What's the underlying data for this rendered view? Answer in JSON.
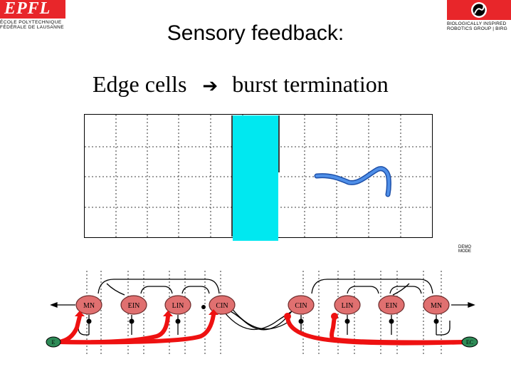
{
  "header": {
    "left_logo_word": "EPFL",
    "left_logo_line1": "ÉCOLE POLYTECHNIQUE",
    "left_logo_line2": "FÉDÉRALE DE LAUSANNE",
    "right_logo_line1": "BIOLOGICALLY INSPIRED",
    "right_logo_line2": "ROBOTICS GROUP | BIRG"
  },
  "slide": {
    "title": "Sensory feedback:",
    "subtitle_left": "Edge cells",
    "subtitle_arrow": "➔",
    "subtitle_right": "burst termination"
  },
  "corner_label_line1": "DEMO",
  "corner_label_line2": "MODE",
  "diagram": {
    "left_neurons": [
      "MN",
      "EIN",
      "LIN",
      "CIN"
    ],
    "right_neurons": [
      "CIN",
      "LIN",
      "EIN",
      "MN"
    ],
    "left_sensor": "E",
    "right_sensor": "EC"
  },
  "colors": {
    "logo_red": "#e8262a",
    "water_cyan": "#00e8f0",
    "robot_blue": "#2a66c8",
    "neuron_fill": "#e07070",
    "feedback_red": "#ee1111",
    "sensor_green": "#2e8b57"
  }
}
